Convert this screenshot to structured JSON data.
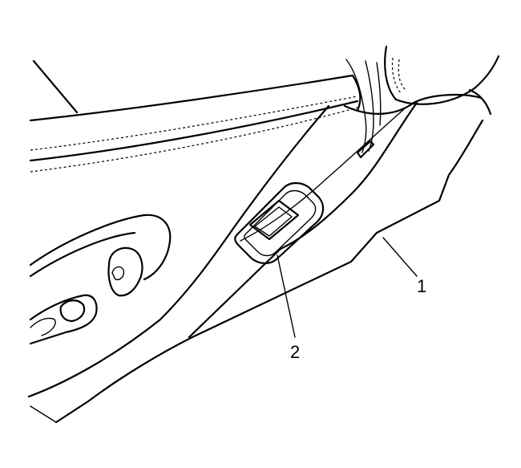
{
  "callouts": [
    {
      "id": "1",
      "label": "1"
    },
    {
      "id": "2",
      "label": "2"
    }
  ],
  "colors": {
    "stroke": "#000000",
    "background": "#ffffff"
  }
}
